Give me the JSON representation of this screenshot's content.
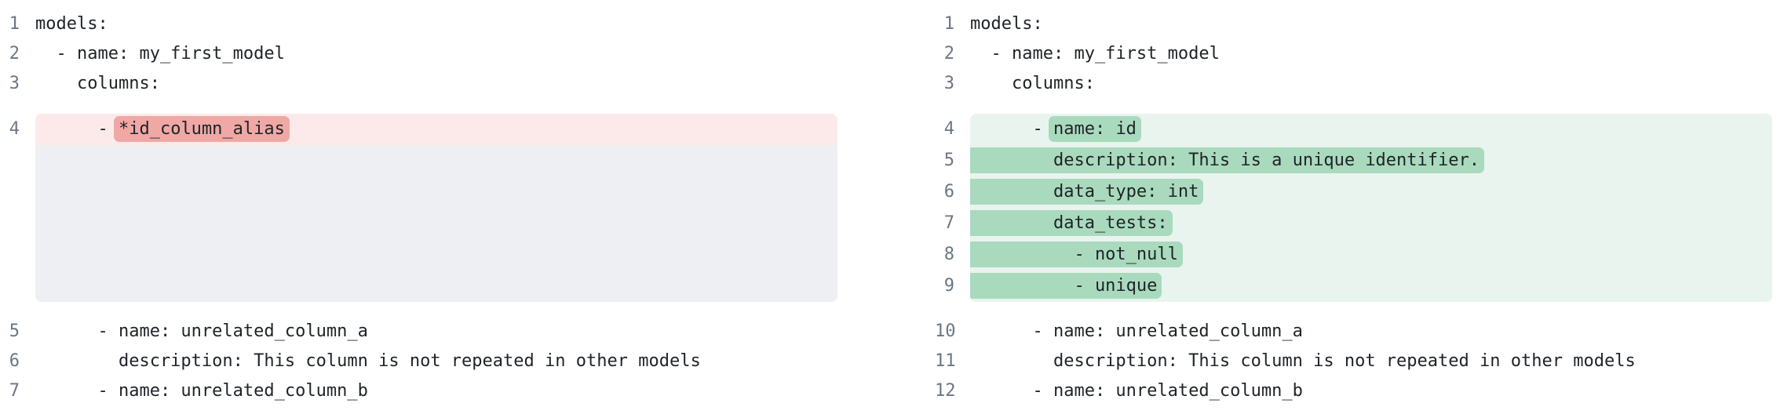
{
  "view": "side-by-side-diff",
  "colors": {
    "background": "#ffffff",
    "code_text": "#1f2328",
    "line_number": "#6b7684",
    "removed_line_bg": "#fceaea",
    "removed_token_bg": "#f0a8a5",
    "collapsed_filler_bg": "#edeff2",
    "added_line_bg": "#e9f4ee",
    "added_token_bg": "#a9dabd"
  },
  "panes": [
    {
      "id": "before",
      "lines": [
        {
          "num": "1",
          "type": "context",
          "segments": [
            {
              "text": "models:",
              "hl": false
            }
          ]
        },
        {
          "num": "2",
          "type": "context",
          "segments": [
            {
              "text": "  - name: my_first_model",
              "hl": false
            }
          ]
        },
        {
          "num": "3",
          "type": "context",
          "segments": [
            {
              "text": "    columns:",
              "hl": false
            }
          ]
        },
        {
          "num": "4",
          "type": "removed",
          "segments": [
            {
              "text": "      - ",
              "hl": false
            },
            {
              "text": "*id_column_alias",
              "hl": true
            }
          ]
        },
        {
          "num": "",
          "type": "filler",
          "rows": 5,
          "segments": []
        },
        {
          "num": "5",
          "type": "context",
          "segments": [
            {
              "text": "      - name: unrelated_column_a",
              "hl": false
            }
          ]
        },
        {
          "num": "6",
          "type": "context",
          "segments": [
            {
              "text": "        description: This column is not repeated in other models",
              "hl": false
            }
          ]
        },
        {
          "num": "7",
          "type": "context",
          "segments": [
            {
              "text": "      - name: unrelated_column_b",
              "hl": false
            }
          ]
        }
      ]
    },
    {
      "id": "after",
      "lines": [
        {
          "num": "1",
          "type": "context",
          "segments": [
            {
              "text": "models:",
              "hl": false
            }
          ]
        },
        {
          "num": "2",
          "type": "context",
          "segments": [
            {
              "text": "  - name: my_first_model",
              "hl": false
            }
          ]
        },
        {
          "num": "3",
          "type": "context",
          "segments": [
            {
              "text": "    columns:",
              "hl": false
            }
          ]
        },
        {
          "num": "4",
          "type": "added",
          "segments": [
            {
              "text": "      - ",
              "hl": false
            },
            {
              "text": "name: id",
              "hl": true
            }
          ]
        },
        {
          "num": "5",
          "type": "added",
          "segments": [
            {
              "text": "        description: This is a unique identifier.",
              "hl": true
            }
          ]
        },
        {
          "num": "6",
          "type": "added",
          "segments": [
            {
              "text": "        data_type: int",
              "hl": true
            }
          ]
        },
        {
          "num": "7",
          "type": "added",
          "segments": [
            {
              "text": "        data_tests:",
              "hl": true
            }
          ]
        },
        {
          "num": "8",
          "type": "added",
          "segments": [
            {
              "text": "          - not_null",
              "hl": true
            }
          ]
        },
        {
          "num": "9",
          "type": "added",
          "segments": [
            {
              "text": "          - unique",
              "hl": true
            }
          ]
        },
        {
          "num": "10",
          "type": "context",
          "segments": [
            {
              "text": "      - name: unrelated_column_a",
              "hl": false
            }
          ]
        },
        {
          "num": "11",
          "type": "context",
          "segments": [
            {
              "text": "        description: This column is not repeated in other models",
              "hl": false
            }
          ]
        },
        {
          "num": "12",
          "type": "context",
          "segments": [
            {
              "text": "      - name: unrelated_column_b",
              "hl": false
            }
          ]
        }
      ]
    }
  ]
}
